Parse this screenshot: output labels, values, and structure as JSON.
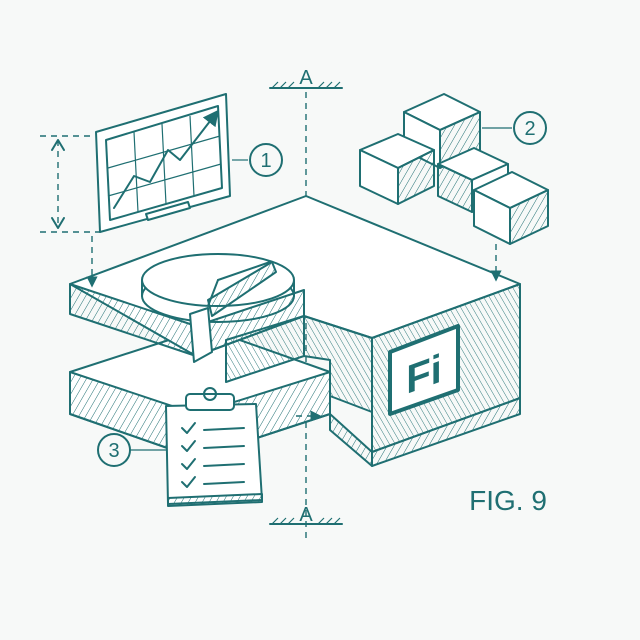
{
  "callouts": [
    {
      "number": "1",
      "subject": "monitor"
    },
    {
      "number": "2",
      "subject": "cubes"
    },
    {
      "number": "3",
      "subject": "clipboard"
    }
  ],
  "section_marker_top": "A",
  "section_marker_bottom": "A",
  "figure_label": "FIG. 9",
  "logo_text": "Fi",
  "colors": {
    "ink": "#1f6f72",
    "paper": "#f7f9f8"
  },
  "icons": [
    "line-chart-monitor-icon",
    "pie-chart-disc-icon",
    "cube-stack-icon",
    "checklist-clipboard-icon",
    "fi-logo-icon"
  ]
}
